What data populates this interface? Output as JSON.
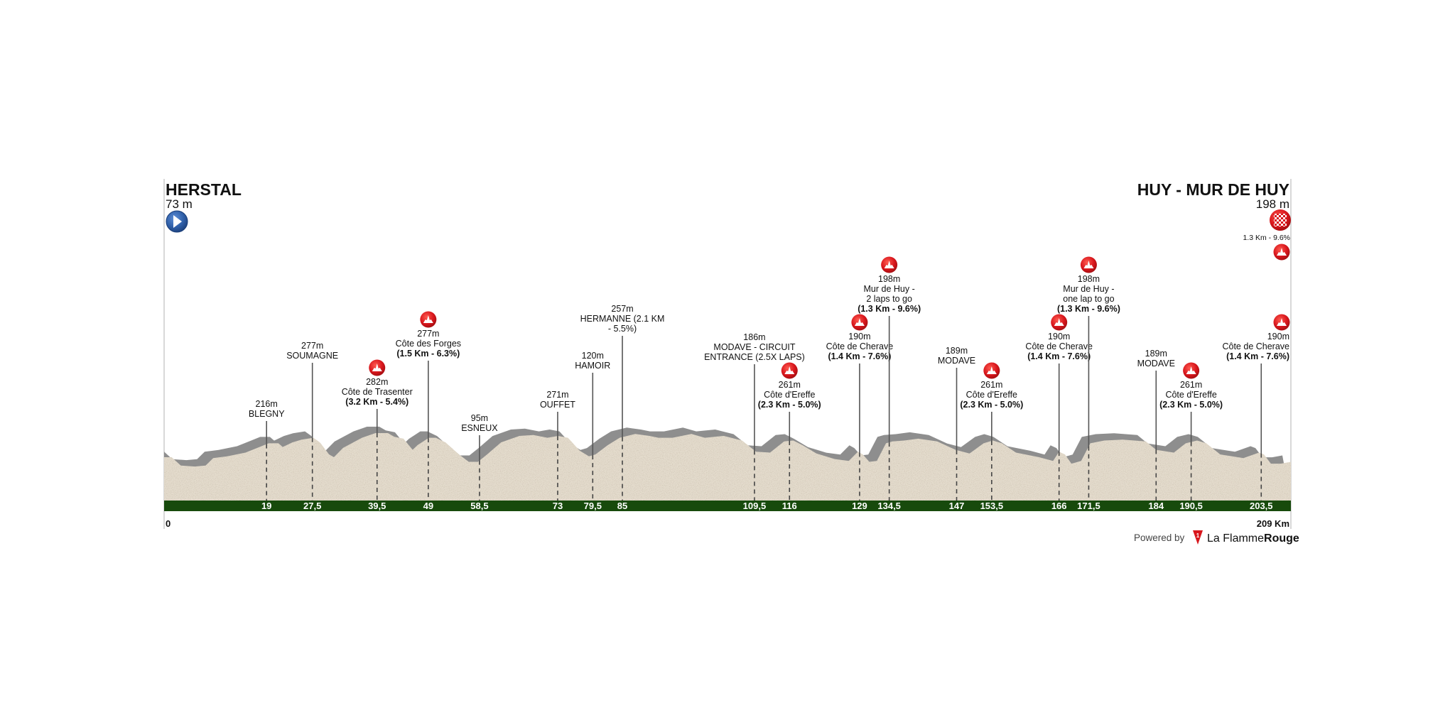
{
  "colors": {
    "profile_fill": "#e4dccd",
    "profile_shadow": "#8e8e8e",
    "km_bar": "#174a0c",
    "climb_red": "#d8161c",
    "start_blue": "#2f5fa8",
    "marker_line": "#555555"
  },
  "start": {
    "name": "HERSTAL",
    "elevation": "73 m",
    "icon": "start-play-icon"
  },
  "finish": {
    "name": "HUY - MUR DE HUY",
    "elevation": "198 m",
    "climb_detail": "1.3 Km - 9.6%",
    "icon": "finish-checkered-icon"
  },
  "footer": {
    "powered_by": "Powered by",
    "brand_light": "La Flamme",
    "brand_bold": "Rouge",
    "logo_digit": "1"
  },
  "chart_data": {
    "type": "area",
    "title": "HERSTAL - HUY - MUR DE HUY",
    "xlabel": "Km",
    "xlim": [
      0,
      209
    ],
    "axis_start_label": "0",
    "axis_end_label": "209 Km",
    "km_ticks": [
      {
        "km": 19,
        "label": "19"
      },
      {
        "km": 27.5,
        "label": "27,5"
      },
      {
        "km": 39.5,
        "label": "39,5"
      },
      {
        "km": 49,
        "label": "49"
      },
      {
        "km": 58.5,
        "label": "58,5"
      },
      {
        "km": 73,
        "label": "73"
      },
      {
        "km": 79.5,
        "label": "79,5"
      },
      {
        "km": 85,
        "label": "85"
      },
      {
        "km": 109.5,
        "label": "109,5"
      },
      {
        "km": 116,
        "label": "116"
      },
      {
        "km": 129,
        "label": "129"
      },
      {
        "km": 134.5,
        "label": "134,5"
      },
      {
        "km": 147,
        "label": "147"
      },
      {
        "km": 153.5,
        "label": "153,5"
      },
      {
        "km": 166,
        "label": "166"
      },
      {
        "km": 171.5,
        "label": "171,5"
      },
      {
        "km": 184,
        "label": "184"
      },
      {
        "km": 190.5,
        "label": "190,5"
      },
      {
        "km": 203.5,
        "label": "203,5"
      }
    ],
    "markers": [
      {
        "km": 19,
        "elevation": "216m",
        "name_lines": [
          "BLEGNY"
        ],
        "detail": null,
        "climb": false
      },
      {
        "km": 27.5,
        "elevation": "277m",
        "name_lines": [
          "SOUMAGNE"
        ],
        "detail": null,
        "climb": false
      },
      {
        "km": 39.5,
        "elevation": "282m",
        "name_lines": [
          "Côte de Trasenter"
        ],
        "detail": "(3.2 Km - 5.4%)",
        "climb": true
      },
      {
        "km": 49,
        "elevation": "277m",
        "name_lines": [
          "Côte des Forges"
        ],
        "detail": "(1.5 Km - 6.3%)",
        "climb": true
      },
      {
        "km": 58.5,
        "elevation": "95m",
        "name_lines": [
          "ESNEUX"
        ],
        "detail": null,
        "climb": false
      },
      {
        "km": 73,
        "elevation": "271m",
        "name_lines": [
          "OUFFET"
        ],
        "detail": null,
        "climb": false
      },
      {
        "km": 79.5,
        "elevation": "120m",
        "name_lines": [
          "HAMOIR"
        ],
        "detail": null,
        "climb": false
      },
      {
        "km": 85,
        "elevation": "257m",
        "name_lines": [
          "HERMANNE (2.1 KM",
          "- 5.5%)"
        ],
        "detail": null,
        "climb": false
      },
      {
        "km": 109.5,
        "elevation": "186m",
        "name_lines": [
          "MODAVE - CIRCUIT",
          "ENTRANCE (2.5X LAPS)"
        ],
        "detail": null,
        "climb": false
      },
      {
        "km": 116,
        "elevation": "261m",
        "name_lines": [
          "Côte d'Ereffe"
        ],
        "detail": "(2.3 Km - 5.0%)",
        "climb": true
      },
      {
        "km": 129,
        "elevation": "190m",
        "name_lines": [
          "Côte de Cherave"
        ],
        "detail": "(1.4 Km - 7.6%)",
        "climb": true
      },
      {
        "km": 134.5,
        "elevation": "198m",
        "name_lines": [
          "Mur de Huy -",
          "2 laps to go"
        ],
        "detail": "(1.3 Km - 9.6%)",
        "climb": true
      },
      {
        "km": 147,
        "elevation": "189m",
        "name_lines": [
          "MODAVE"
        ],
        "detail": null,
        "climb": false
      },
      {
        "km": 153.5,
        "elevation": "261m",
        "name_lines": [
          "Côte d'Ereffe"
        ],
        "detail": "(2.3 Km - 5.0%)",
        "climb": true
      },
      {
        "km": 166,
        "elevation": "190m",
        "name_lines": [
          "Côte de Cherave"
        ],
        "detail": "(1.4 Km - 7.6%)",
        "climb": true
      },
      {
        "km": 171.5,
        "elevation": "198m",
        "name_lines": [
          "Mur de Huy -",
          "one lap to go"
        ],
        "detail": "(1.3 Km - 9.6%)",
        "climb": true
      },
      {
        "km": 184,
        "elevation": "189m",
        "name_lines": [
          "MODAVE"
        ],
        "detail": null,
        "climb": false
      },
      {
        "km": 190.5,
        "elevation": "261m",
        "name_lines": [
          "Côte d'Ereffe"
        ],
        "detail": "(2.3 Km - 5.0%)",
        "climb": true
      },
      {
        "km": 203.5,
        "elevation": "190m",
        "name_lines": [
          "Côte de Cherave"
        ],
        "detail": "(1.4 Km - 7.6%)",
        "climb": true
      }
    ],
    "profile": [
      [
        0,
        80
      ],
      [
        1.4,
        80
      ],
      [
        3.1,
        17
      ],
      [
        5.7,
        10
      ],
      [
        7.7,
        17
      ],
      [
        9.1,
        73
      ],
      [
        11.7,
        87
      ],
      [
        13.4,
        101
      ],
      [
        15.1,
        115
      ],
      [
        17.7,
        157
      ],
      [
        19.4,
        185
      ],
      [
        21.2,
        185
      ],
      [
        22.0,
        157
      ],
      [
        23.8,
        192
      ],
      [
        25.5,
        213
      ],
      [
        27.7,
        227
      ],
      [
        28.9,
        192
      ],
      [
        30.6,
        101
      ],
      [
        31.5,
        80
      ],
      [
        33.2,
        150
      ],
      [
        36.7,
        227
      ],
      [
        39.2,
        262
      ],
      [
        41.5,
        262
      ],
      [
        42.7,
        234
      ],
      [
        44.4,
        220
      ],
      [
        46.1,
        136
      ],
      [
        47.0,
        171
      ],
      [
        49.1,
        227
      ],
      [
        50.4,
        227
      ],
      [
        52.2,
        192
      ],
      [
        54.7,
        101
      ],
      [
        56.5,
        45
      ],
      [
        58.2,
        45
      ],
      [
        59.9,
        101
      ],
      [
        62.5,
        192
      ],
      [
        65.9,
        241
      ],
      [
        68.5,
        248
      ],
      [
        71.1,
        227
      ],
      [
        73.1,
        241
      ],
      [
        74.9,
        227
      ],
      [
        77.1,
        129
      ],
      [
        78.8,
        87
      ],
      [
        80.0,
        101
      ],
      [
        82.3,
        171
      ],
      [
        84.5,
        227
      ],
      [
        87.4,
        255
      ],
      [
        90.0,
        241
      ],
      [
        91.7,
        227
      ],
      [
        94.3,
        227
      ],
      [
        97.8,
        255
      ],
      [
        100.3,
        227
      ],
      [
        103.8,
        241
      ],
      [
        107.2,
        206
      ],
      [
        109.8,
        122
      ],
      [
        112.4,
        115
      ],
      [
        115.0,
        199
      ],
      [
        116.7,
        206
      ],
      [
        118.4,
        171
      ],
      [
        121.0,
        108
      ],
      [
        124.4,
        66
      ],
      [
        127.0,
        52
      ],
      [
        128.7,
        122
      ],
      [
        129.6,
        101
      ],
      [
        130.8,
        45
      ],
      [
        132.2,
        52
      ],
      [
        133.9,
        185
      ],
      [
        135.1,
        199
      ],
      [
        137.3,
        206
      ],
      [
        139.9,
        220
      ],
      [
        143.4,
        199
      ],
      [
        146.8,
        136
      ],
      [
        149.4,
        108
      ],
      [
        152.0,
        185
      ],
      [
        153.7,
        206
      ],
      [
        155.4,
        185
      ],
      [
        158.0,
        115
      ],
      [
        162.3,
        80
      ],
      [
        164.9,
        52
      ],
      [
        166.0,
        122
      ],
      [
        167.1,
        101
      ],
      [
        168.3,
        31
      ],
      [
        170.1,
        52
      ],
      [
        171.8,
        185
      ],
      [
        174.4,
        206
      ],
      [
        177.8,
        213
      ],
      [
        182.1,
        199
      ],
      [
        184.0,
        136
      ],
      [
        187.3,
        115
      ],
      [
        189.5,
        185
      ],
      [
        191.6,
        206
      ],
      [
        193.3,
        185
      ],
      [
        195.9,
        101
      ],
      [
        200.2,
        73
      ],
      [
        203.1,
        115
      ],
      [
        204.0,
        101
      ],
      [
        205.3,
        31
      ],
      [
        207.1,
        31
      ],
      [
        209,
        45
      ]
    ]
  }
}
